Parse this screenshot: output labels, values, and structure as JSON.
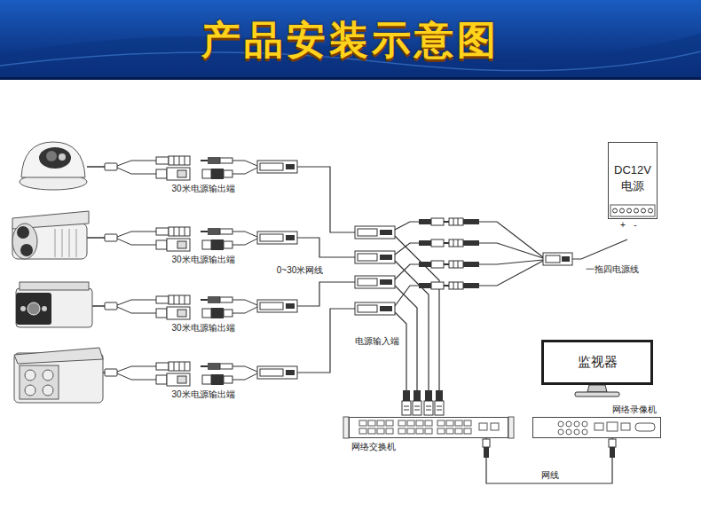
{
  "diagram": {
    "title": "产品安装示意图",
    "nodes": [
      {
        "text": [
          "DC12V 电源"
        ]
      },
      {
        "text": [
          "监视器"
        ]
      },
      {
        "text": [
          "网络交换机"
        ]
      },
      {
        "text": [
          "网络录像机"
        ]
      }
    ],
    "edges": [
      {
        "from": 2,
        "to": 3,
        "label": "网线",
        "arrow": "none"
      }
    ],
    "labels": [
      "30米电源输出端",
      "30米电源输出端",
      "30米电源输出端",
      "30米电源输出端",
      "0~30米网线",
      "电源输入端",
      "一拖四电源线",
      "+",
      "-"
    ]
  }
}
